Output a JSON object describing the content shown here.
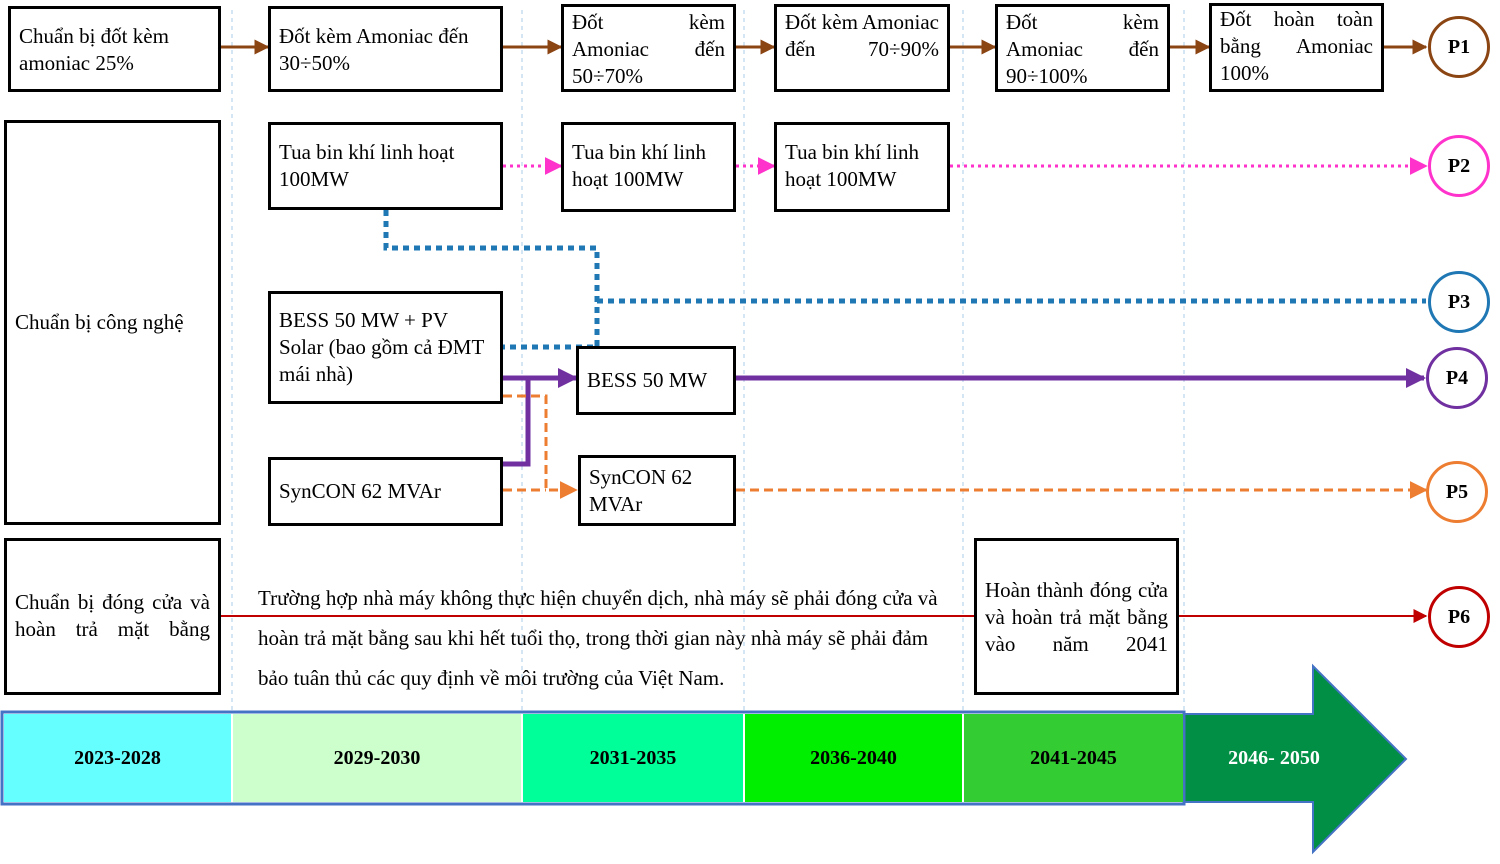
{
  "rows": {
    "p1_prep": "Chuẩn bị đốt kèm amoniac 25%",
    "tech_prep": "Chuẩn bị công nghệ",
    "close_prep": "Chuẩn bị đóng cửa và hoàn trả mặt bằng"
  },
  "p1_steps": [
    "Đốt kèm Amoniac đến 30÷50%",
    "Đốt kèm Amoniac đến 50÷70%",
    "Đốt kèm Amoniac đến 70÷90%",
    "Đốt kèm Amoniac đến 90÷100%",
    "Đốt hoàn toàn bằng Amoniac 100%"
  ],
  "p2_steps": [
    "Tua bin khí linh hoạt 100MW",
    "Tua bin khí linh hoạt 100MW",
    "Tua bin khí linh hoạt 100MW"
  ],
  "bess_pv": "BESS 50 MW + PV Solar (bao gồm cả ĐMT mái nhà)",
  "bess": "BESS 50 MW",
  "syncon_a": "SynCON 62 MVAr",
  "syncon_b": "SynCON 62 MVAr",
  "closing_note": "Trường hợp nhà máy không thực hiện chuyển dịch, nhà máy sẽ phải đóng cửa và hoàn trả mặt bằng sau khi hết tuổi thọ, trong thời gian này nhà máy sẽ phải đảm bảo tuân thủ các quy định về môi trường của Việt Nam.",
  "closing_box": "Hoàn thành đóng cửa và hoàn trả mặt bằng vào năm 2041",
  "pathways": [
    {
      "label": "P1",
      "color": "#8B4513"
    },
    {
      "label": "P2",
      "color": "#FF33CC"
    },
    {
      "label": "P3",
      "color": "#1F77B4"
    },
    {
      "label": "P4",
      "color": "#7030A0"
    },
    {
      "label": "P5",
      "color": "#ED7D31"
    },
    {
      "label": "P6",
      "color": "#C00000"
    }
  ],
  "periods": [
    {
      "label": "2023-2028",
      "color": "#66FFFF"
    },
    {
      "label": "2029-2030",
      "color": "#CCFFCC"
    },
    {
      "label": "2031-2035",
      "color": "#00FF99"
    },
    {
      "label": "2036-2040",
      "color": "#00EE00"
    },
    {
      "label": "2041-2045",
      "color": "#33CC33"
    },
    {
      "label": "2046- 2050",
      "color": "#008F45"
    }
  ]
}
